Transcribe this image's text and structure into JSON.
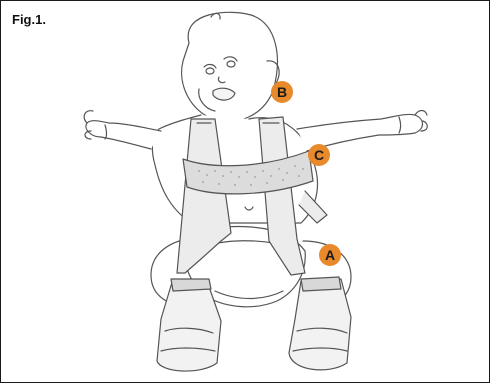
{
  "figure": {
    "title": "Fig.1.",
    "labels": [
      {
        "id": "B",
        "text": "B"
      },
      {
        "id": "C",
        "text": "C"
      },
      {
        "id": "A",
        "text": "A"
      }
    ]
  },
  "colors": {
    "line": "#555555",
    "marker_fill": "#e8892b",
    "marker_text": "#1a1a1a",
    "strap_fill": "#ececec",
    "chest_band_fill": "#d8d8d8",
    "border": "#1a1a1a"
  }
}
